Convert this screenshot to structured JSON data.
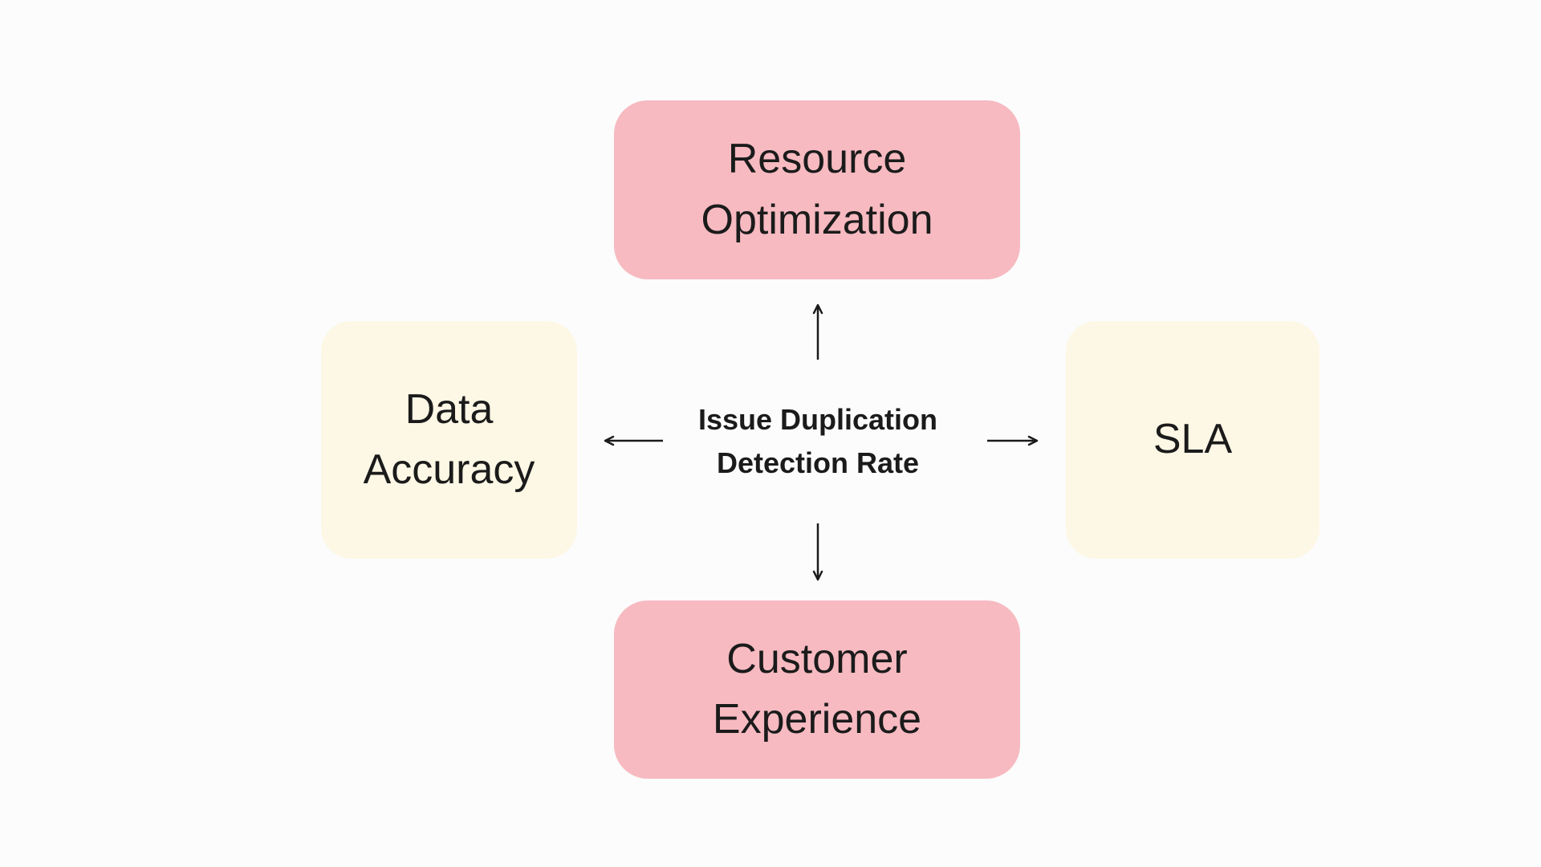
{
  "diagram": {
    "center": {
      "label": "Issue Duplication Detection Rate",
      "line1": "Issue Duplication",
      "line2": "Detection Rate"
    },
    "nodes": {
      "top": {
        "label": "Resource Optimization",
        "fill": "#f7bac1"
      },
      "left": {
        "label": "Data Accuracy",
        "fill": "#fdf7e5"
      },
      "right": {
        "label": "SLA",
        "fill": "#fdf7e5"
      },
      "bottom": {
        "label": "Customer Experience",
        "fill": "#f7bac1"
      }
    },
    "colors": {
      "background": "#fcfcfc",
      "node_pink": "#f7bac1",
      "node_cream": "#fdf7e5",
      "text": "#1b1b1b",
      "arrow": "#1b1b1b"
    }
  }
}
